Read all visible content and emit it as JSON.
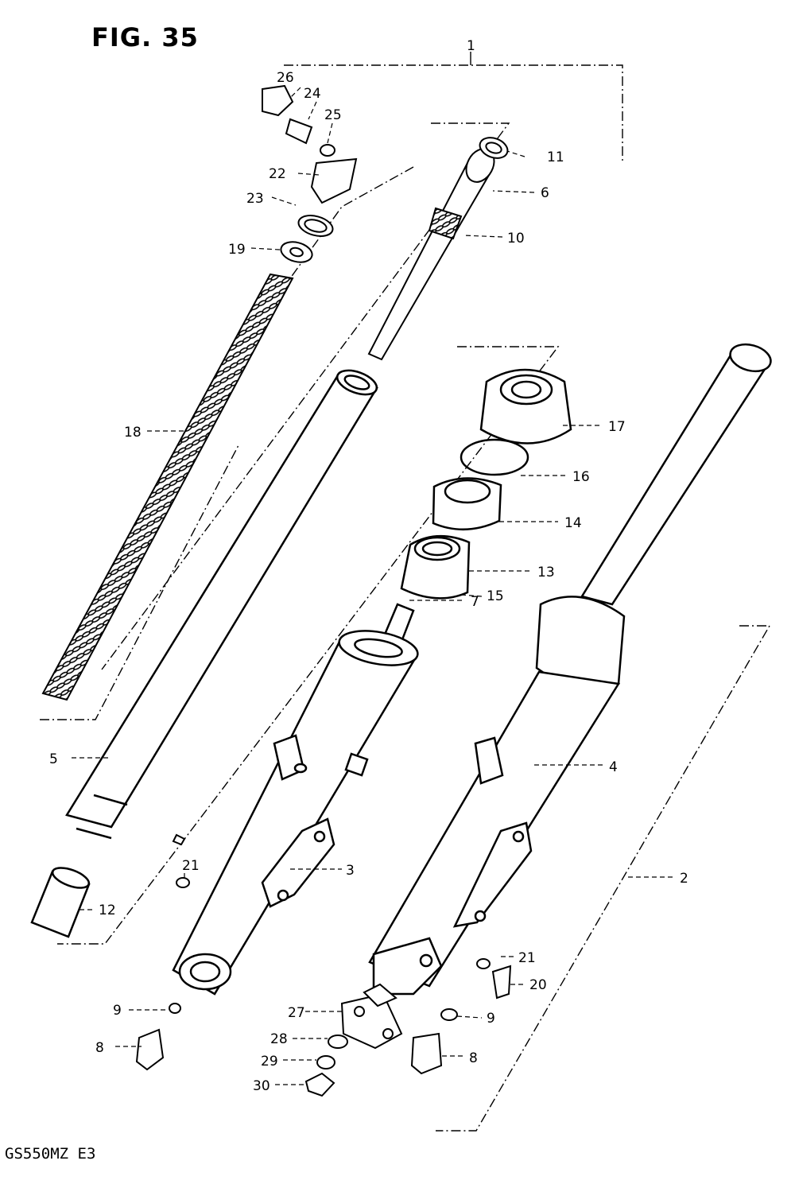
{
  "figure": {
    "title": "FIG. 35",
    "model": "GS550MZ  E3"
  },
  "callouts": [
    "1",
    "2",
    "3",
    "4",
    "5",
    "6",
    "7",
    "8",
    "8",
    "9",
    "9",
    "10",
    "11",
    "12",
    "13",
    "14",
    "15",
    "16",
    "17",
    "18",
    "19",
    "20",
    "21",
    "21",
    "22",
    "23",
    "24",
    "25",
    "26",
    "27",
    "28",
    "29",
    "30"
  ]
}
